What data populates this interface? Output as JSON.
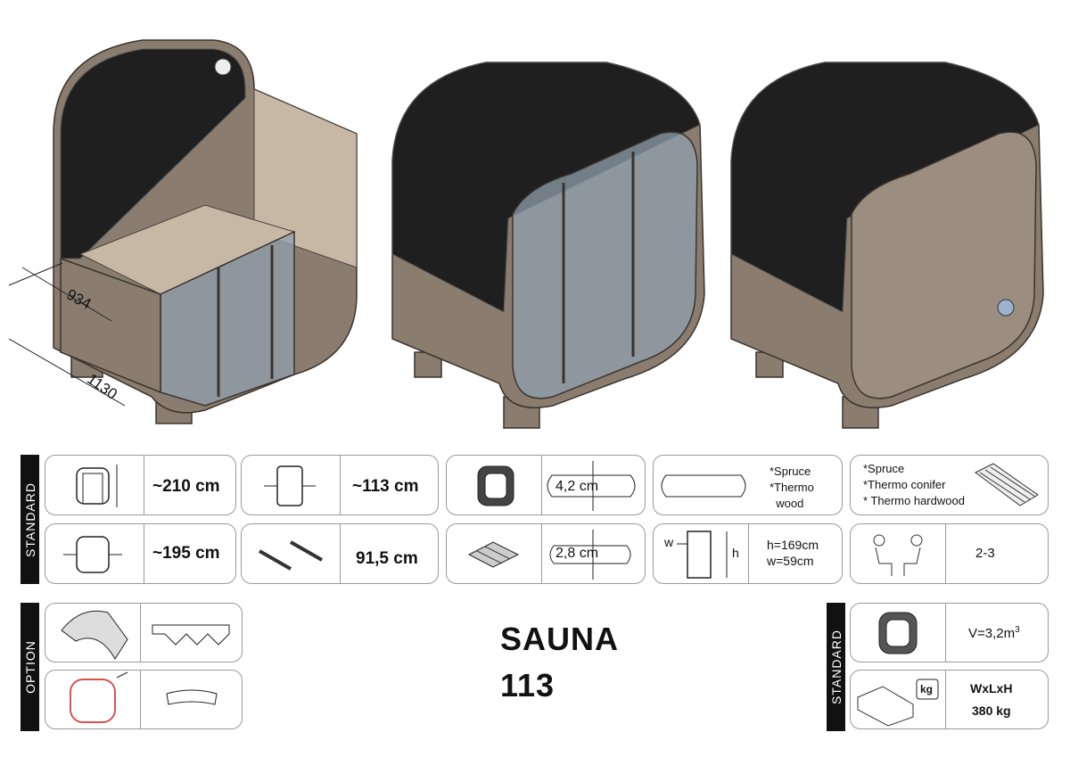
{
  "hero": {
    "dimension_depth": "934",
    "dimension_length": "1130"
  },
  "standard_label": "STANDARD",
  "option_label": "OPTION",
  "specs": {
    "height_outer": "~210 cm",
    "width_outer": "~113 cm",
    "wall_thickness": "4,2 cm",
    "floor_thickness": "2,8 cm",
    "wood_list": "*Spruce\n*Thermo\n  wood",
    "bench_wood_list": "*Spruce\n*Thermo conifer\n* Thermo hardwood",
    "height_inner": "~195 cm",
    "bench_length": "91,5 cm",
    "door_h_label": "h",
    "door_w_label": "w",
    "door_size": "h=169cm\nw=59cm",
    "persons": "2-3",
    "volume": "V=3,2m",
    "volume_sup": "3",
    "dims_label": "WxLxH",
    "weight": "380 kg",
    "kg_icon_label": "kg"
  },
  "product": {
    "name_line1": "SAUNA",
    "name_line2": "113"
  }
}
